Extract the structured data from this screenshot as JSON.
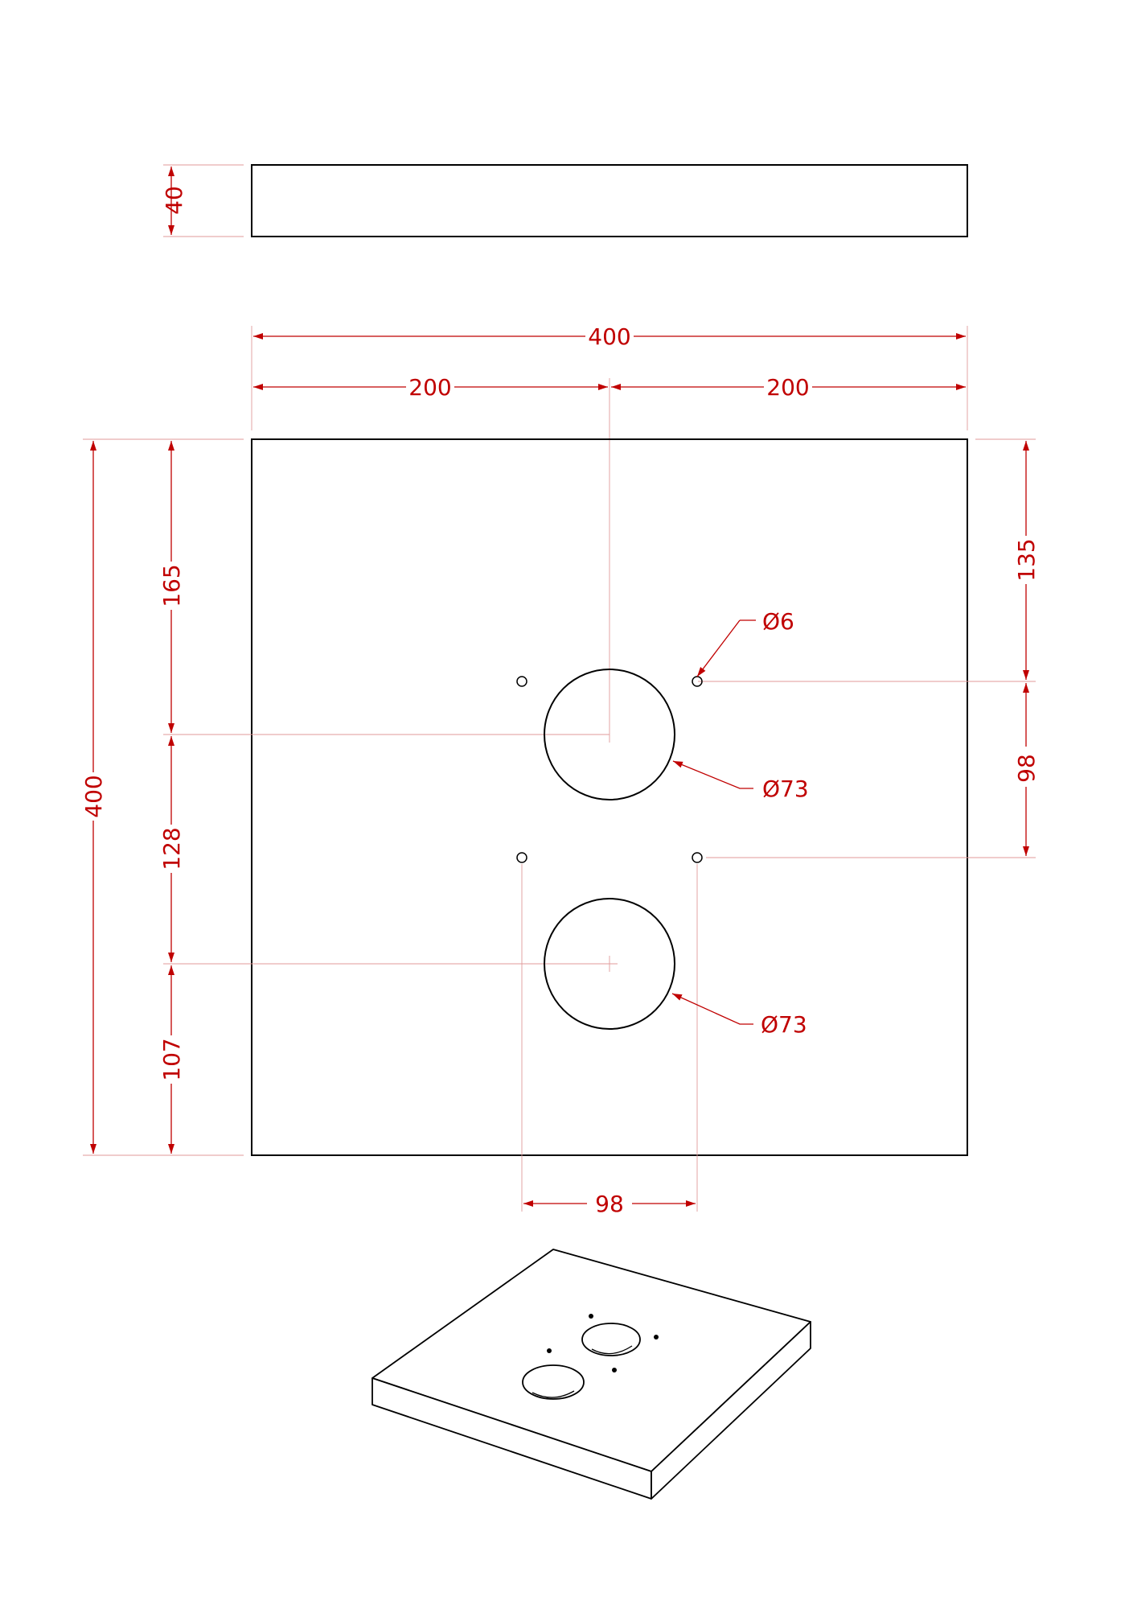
{
  "colors": {
    "outline": "#000000",
    "dimension": "#c00000",
    "extension": "#e09a9a",
    "background": "#ffffff"
  },
  "side_view": {
    "thickness_label": "40"
  },
  "top_view": {
    "overall_width_label": "400",
    "half_width_left_label": "200",
    "half_width_right_label": "200",
    "overall_height_label": "400",
    "top_to_hole1_label": "165",
    "hole1_to_hole2_label": "128",
    "hole2_to_bottom_label": "107",
    "top_to_pin_row_label": "135",
    "pin_row_spacing_label": "98",
    "pin_column_spacing_label": "98",
    "pin_diameter_label": "Ø6",
    "hole1_diameter_label": "Ø73",
    "hole2_diameter_label": "Ø73"
  }
}
